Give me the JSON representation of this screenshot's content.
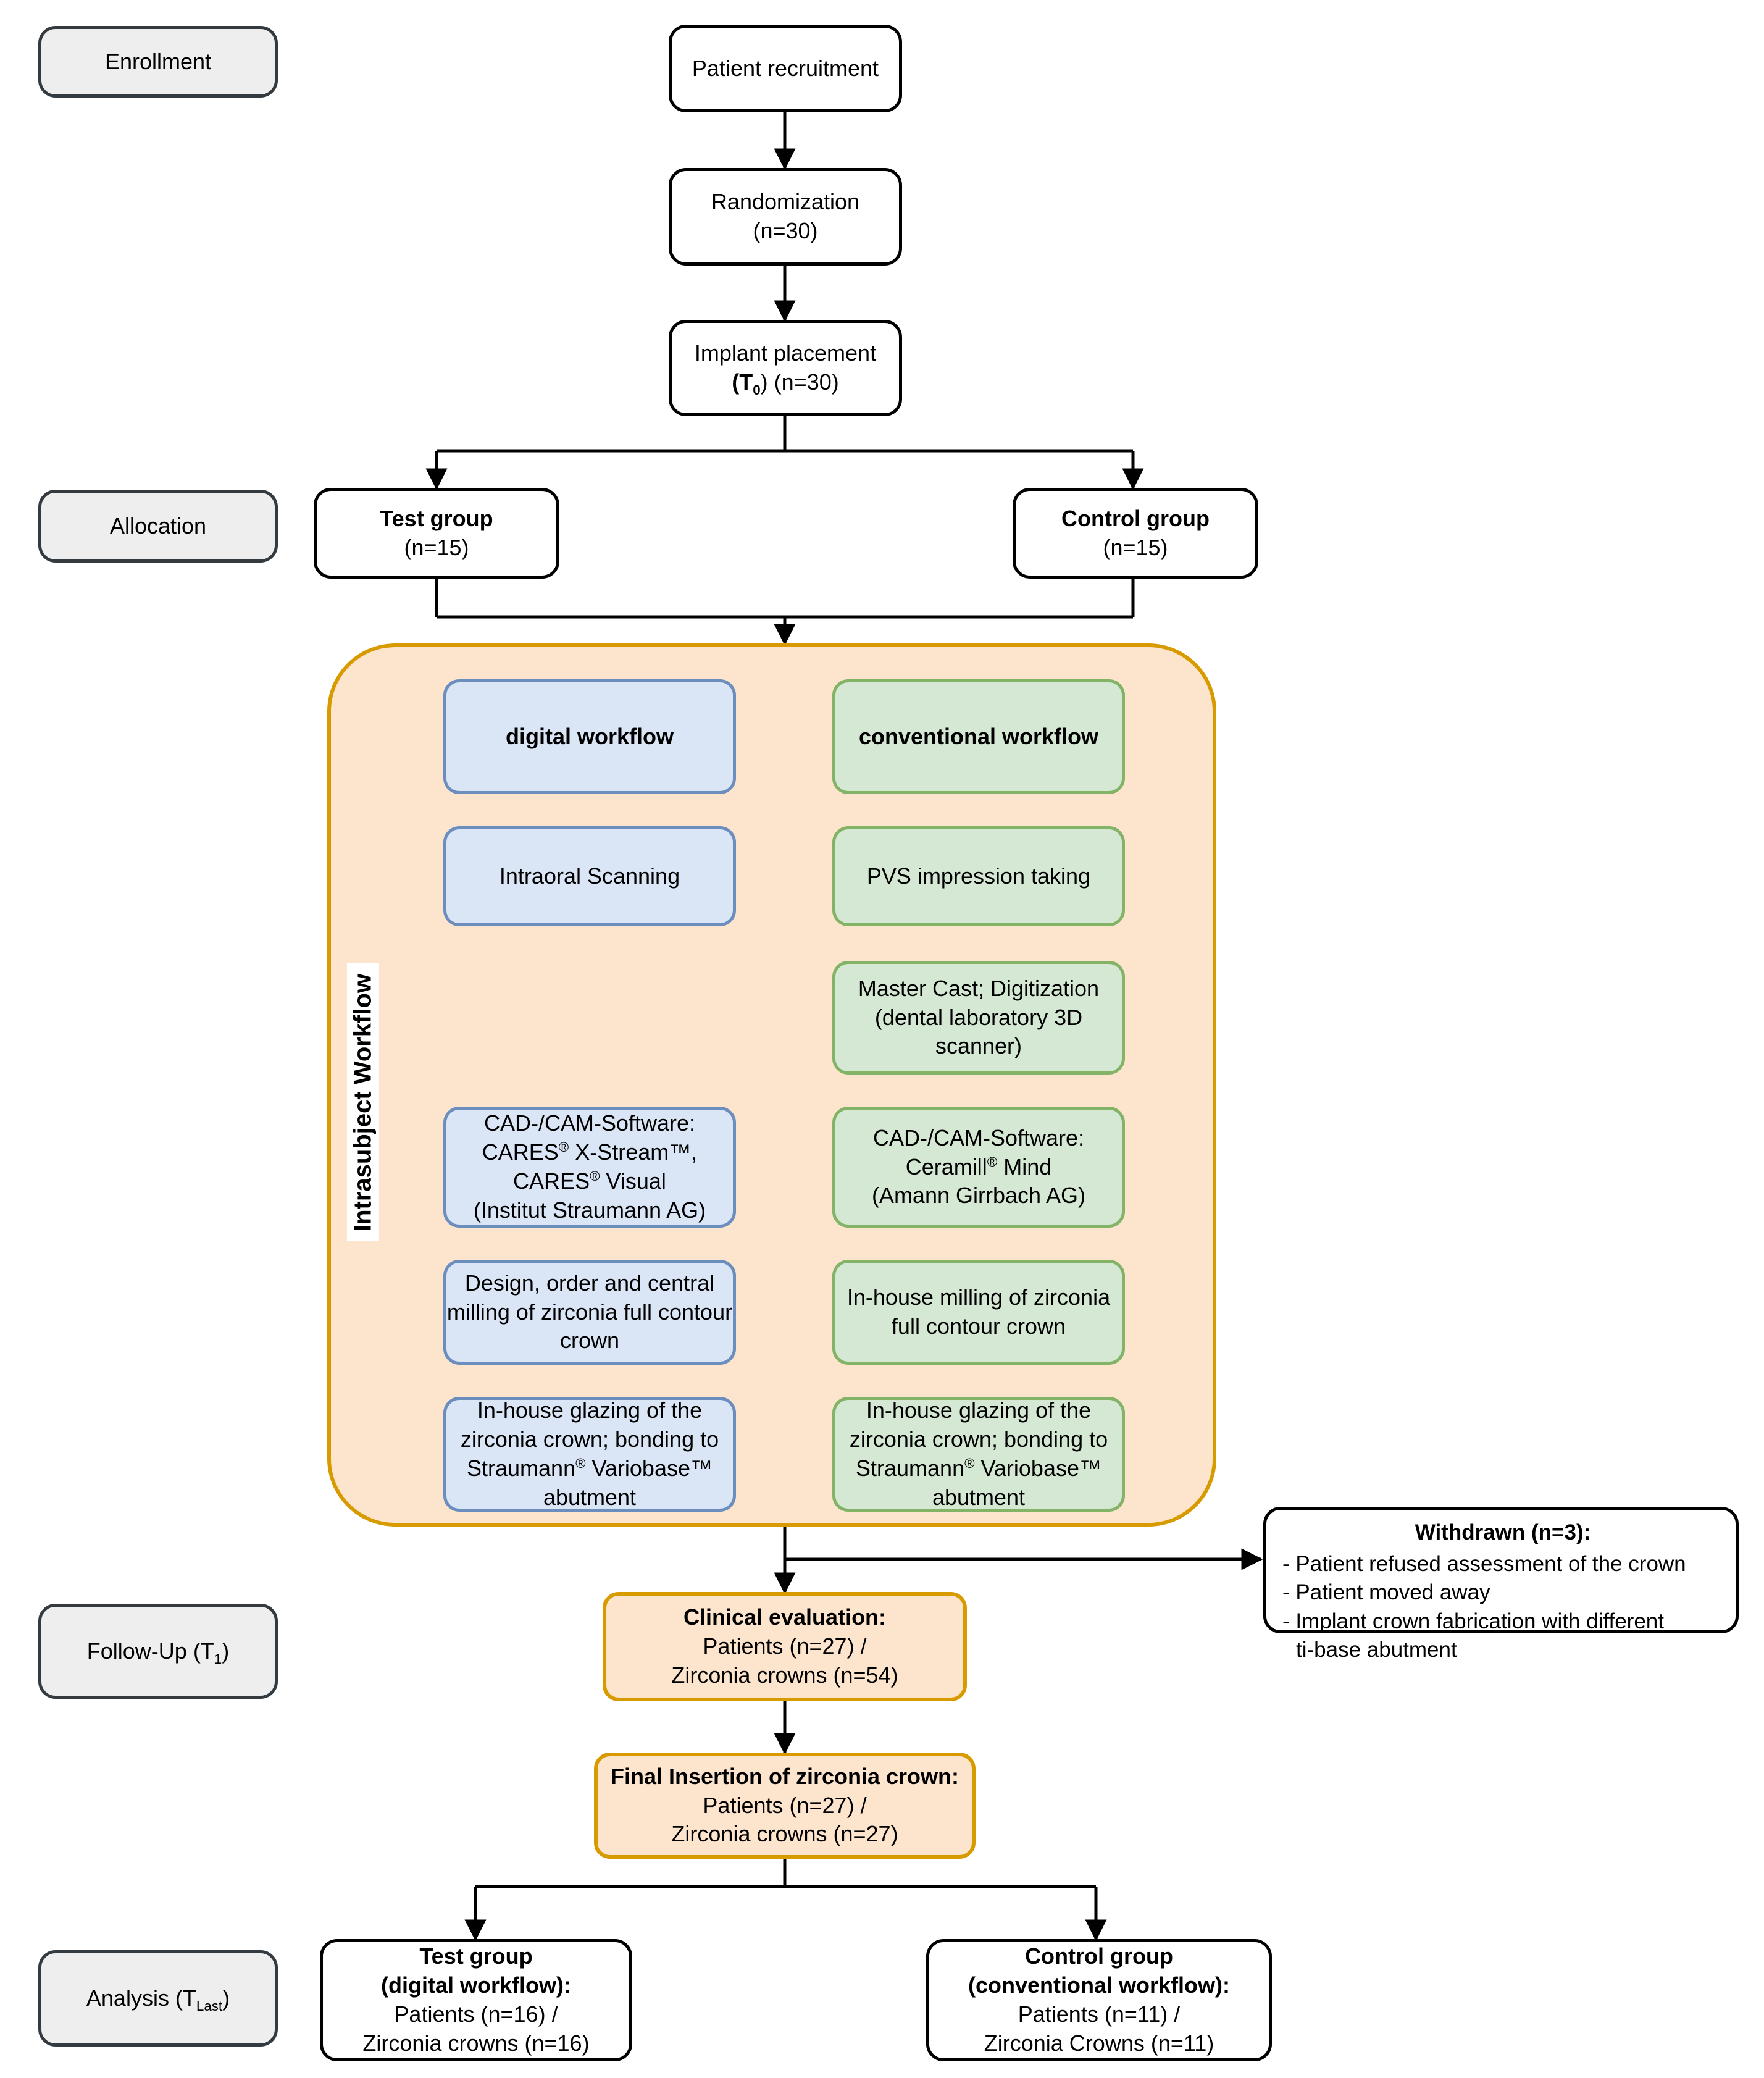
{
  "diagram": {
    "title": "CONSORT-style study flow diagram: digital vs conventional implant crown workflow",
    "colors": {
      "phase_fill": "#eeeeee",
      "phase_border": "#333a40",
      "plain_fill": "#ffffff",
      "plain_border": "#000000",
      "blue_fill": "#dae5f5",
      "blue_border": "#6c8ebf",
      "green_fill": "#d5e8d4",
      "green_border": "#82b366",
      "orange_fill": "#fce4cd",
      "orange_border": "#d79b00",
      "connector": "#000000"
    }
  },
  "phases": {
    "enrollment": "Enrollment",
    "allocation": "Allocation",
    "followup_prefix": "Follow-Up (T",
    "followup_sub": "1",
    "followup_suffix": ")",
    "analysis_prefix": "Analysis (T",
    "analysis_sub": "Last",
    "analysis_suffix": ")"
  },
  "enrollment_nodes": {
    "patient_recruitment": "Patient recruitment",
    "randomization_l1": "Randomization",
    "randomization_l2": "(n=30)",
    "implant_placement_l1": "Implant placement",
    "implant_placement_pre": "(T",
    "implant_placement_sub": "0",
    "implant_placement_post": ") (n=30)"
  },
  "allocation_nodes": {
    "test_group_l1": "Test group",
    "test_group_l2": "(n=15)",
    "control_group_l1": "Control group",
    "control_group_l2": "(n=15)"
  },
  "intrasubject": {
    "label": "Intrasubject Workflow",
    "digital": {
      "header": "digital workflow",
      "steps": [
        {
          "lines": [
            "Intraoral Scanning"
          ]
        },
        {
          "lines": [
            "CAD-/CAM-Software:"
          ],
          "rich": [
            {
              "pre": "CARES",
              "sup": "®",
              "post": " X-Stream™,"
            },
            {
              "pre": "CARES",
              "sup": "®",
              "post": " Visual"
            }
          ],
          "tail": [
            "(Institut Straumann AG)"
          ]
        },
        {
          "lines": [
            "Design, order and central",
            "milling of zirconia full contour",
            "crown"
          ]
        },
        {
          "lines": [
            "In-house glazing of the",
            "zirconia crown; bonding to"
          ],
          "rich": [
            {
              "pre": "Straumann",
              "sup": "®",
              "post": " Variobase™"
            }
          ],
          "tail": [
            "abutment"
          ]
        }
      ]
    },
    "conventional": {
      "header": "conventional workflow",
      "steps": [
        {
          "lines": [
            "PVS impression taking"
          ]
        },
        {
          "lines": [
            "Master Cast; Digitization",
            "(dental laboratory 3D",
            "scanner)"
          ]
        },
        {
          "lines": [
            "CAD-/CAM-Software:"
          ],
          "rich": [
            {
              "pre": "Ceramill",
              "sup": "®",
              "post": " Mind"
            }
          ],
          "tail": [
            "(Amann Girrbach AG)"
          ]
        },
        {
          "lines": [
            "In-house milling of zirconia",
            "full contour crown"
          ]
        },
        {
          "lines": [
            "In-house glazing of the",
            "zirconia crown; bonding to"
          ],
          "rich": [
            {
              "pre": "Straumann",
              "sup": "®",
              "post": " Variobase™"
            }
          ],
          "tail": [
            "abutment"
          ]
        }
      ]
    }
  },
  "withdrawn": {
    "title": "Withdrawn (n=3):",
    "items": [
      "- Patient refused assessment of the crown",
      "- Patient moved away",
      "- Implant crown fabrication with different",
      "  ti-base abutment"
    ]
  },
  "followup_nodes": {
    "clinical_evaluation_title": "Clinical evaluation:",
    "clinical_evaluation_l2": "Patients (n=27) /",
    "clinical_evaluation_l3": "Zirconia crowns (n=54)",
    "final_insertion_title": "Final Insertion of zirconia crown:",
    "final_insertion_l2": "Patients (n=27) /",
    "final_insertion_l3": "Zirconia crowns (n=27)"
  },
  "analysis_nodes": {
    "test_group_title": "Test group",
    "test_group_sub": "(digital workflow):",
    "test_group_l3": "Patients (n=16) /",
    "test_group_l4": "Zirconia crowns (n=16)",
    "control_group_title": "Control group",
    "control_group_sub": "(conventional workflow):",
    "control_group_l3": "Patients (n=11) /",
    "control_group_l4": "Zirconia Crowns (n=11)"
  }
}
